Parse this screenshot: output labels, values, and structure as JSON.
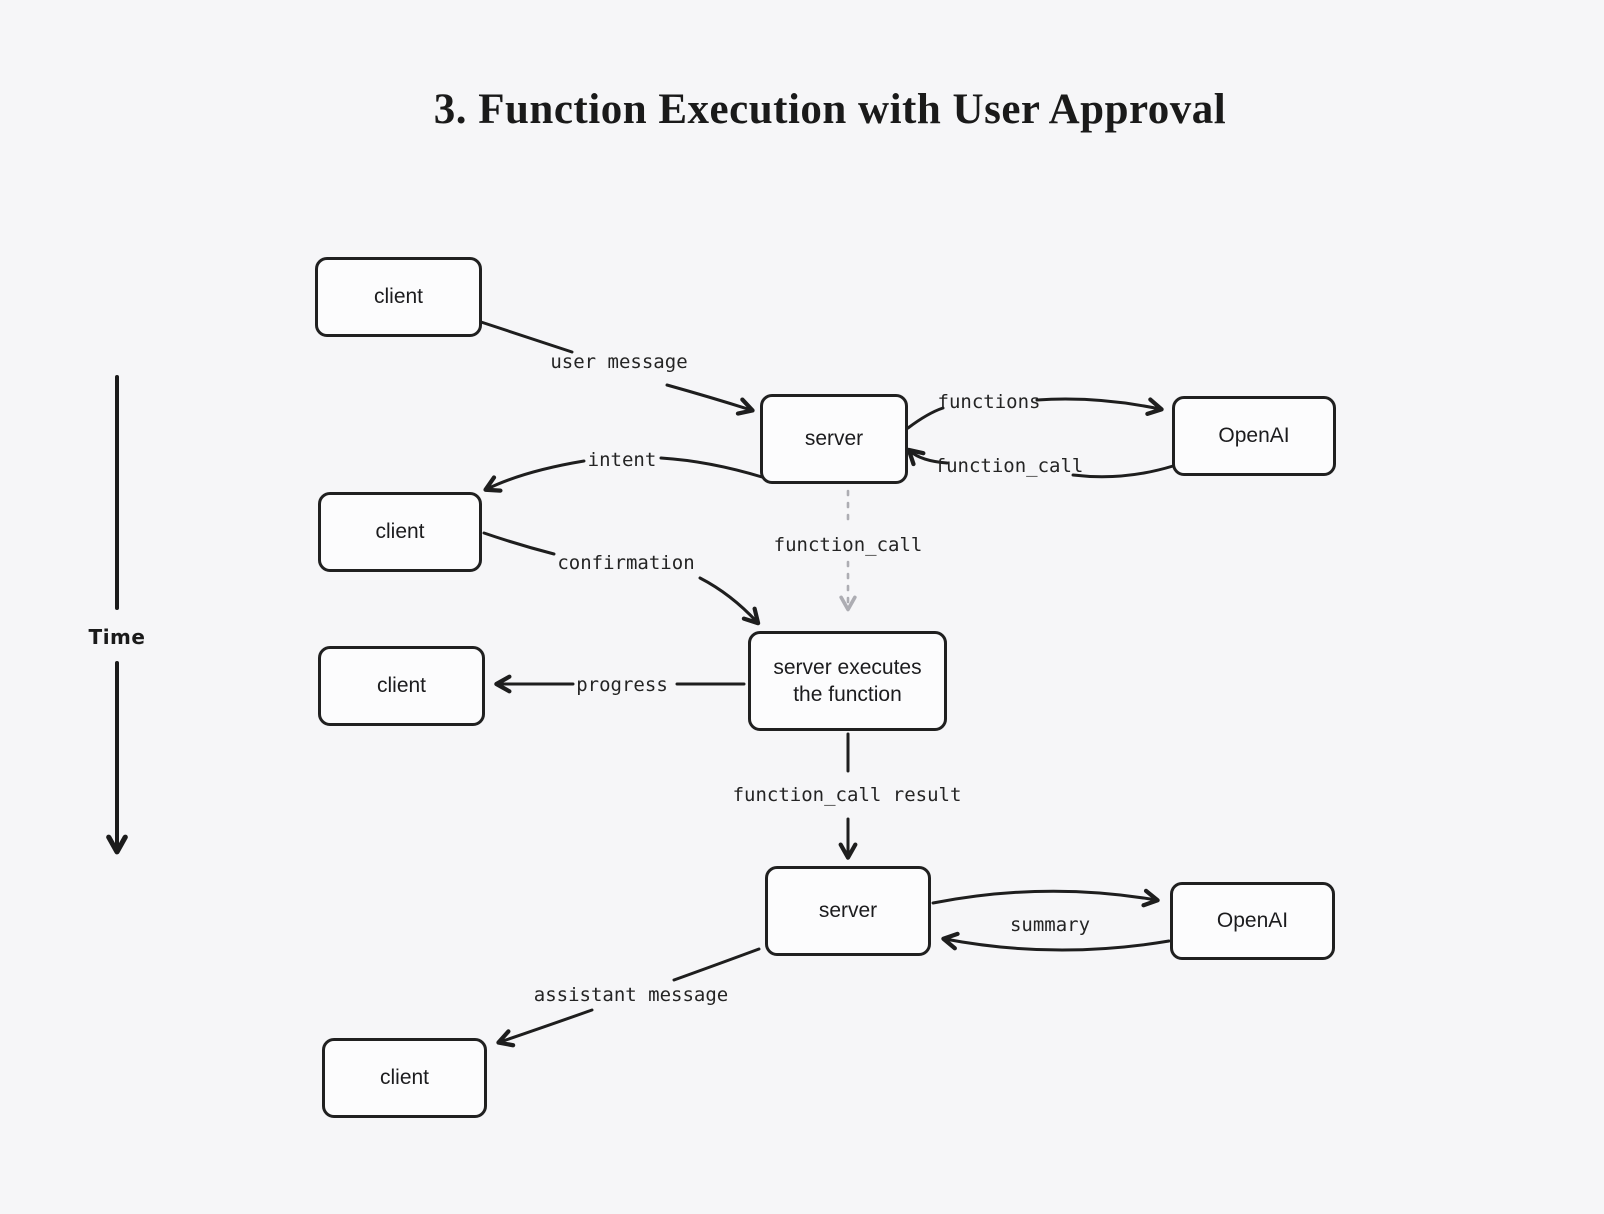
{
  "title": "3. Function Execution with User Approval",
  "time_axis": {
    "label": "Time"
  },
  "nodes": {
    "client_top": {
      "label": "client"
    },
    "server_top": {
      "label": "server"
    },
    "openai_top": {
      "label": "OpenAI"
    },
    "client_intent": {
      "label": "client"
    },
    "server_executes": {
      "label": "server executes the function"
    },
    "client_progress": {
      "label": "client"
    },
    "server_bottom": {
      "label": "server"
    },
    "openai_bottom": {
      "label": "OpenAI"
    },
    "client_bottom": {
      "label": "client"
    }
  },
  "edges": {
    "user_message": {
      "label": "user message"
    },
    "functions": {
      "label": "functions"
    },
    "function_call": {
      "label": "function_call"
    },
    "intent": {
      "label": "intent"
    },
    "confirmation": {
      "label": "confirmation"
    },
    "function_call_dashed": {
      "label": "function_call"
    },
    "progress": {
      "label": "progress"
    },
    "function_call_result": {
      "label": "function_call result"
    },
    "summary": {
      "label": "summary"
    },
    "assistant_message": {
      "label": "assistant message"
    }
  },
  "colors": {
    "background": "#f6f6f8",
    "node_fill": "#fcfcfd",
    "stroke": "#1e1e1e",
    "dashed_stroke": "#adadb3"
  }
}
